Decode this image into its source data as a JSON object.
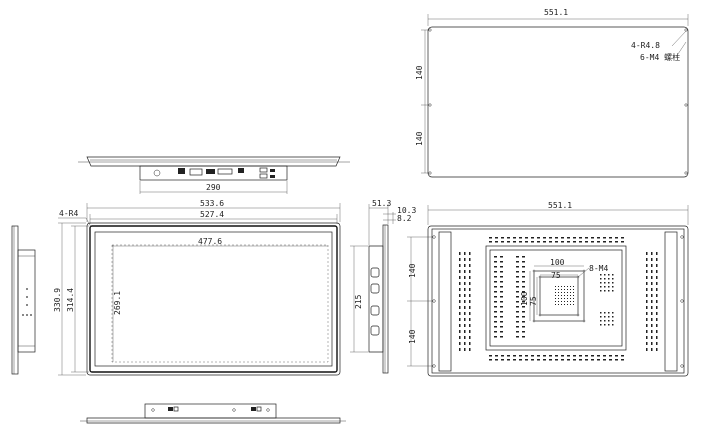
{
  "top_right_view": {
    "width_label": "551.1",
    "radius_label": "4-R4.8",
    "stud_label": "6-M4 螺柱",
    "pitch_upper": "140",
    "pitch_lower": "140"
  },
  "top_view": {
    "width_label": "290"
  },
  "front_view": {
    "outer_width": "533.6",
    "inner_width": "527.4",
    "active_width": "477.6",
    "corner_label": "4-R4",
    "outer_height": "330.9",
    "inner_height": "314.4",
    "active_height": "269.1"
  },
  "side_view": {
    "depth_total": "51.3",
    "depth_a": "10.3",
    "depth_b": "8.2",
    "bracket_height": "215"
  },
  "rear_view": {
    "width_label": "551.1",
    "pitch_upper": "140",
    "pitch_lower": "140",
    "vesa_100_h": "100",
    "vesa_75_h": "75",
    "vesa_100_v": "100",
    "vesa_75_v": "75",
    "vesa_screw": "8-M4"
  }
}
